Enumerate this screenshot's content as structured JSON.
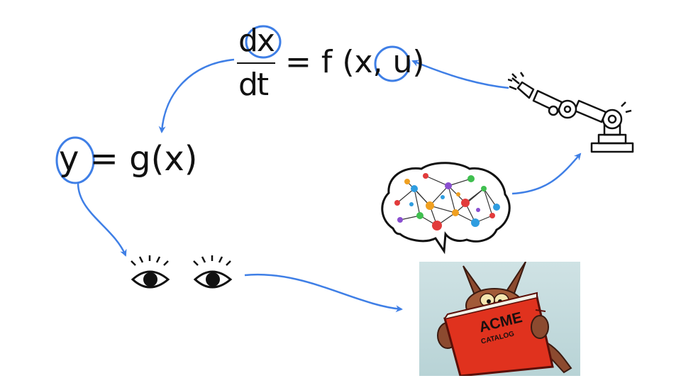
{
  "equation_dynamics": {
    "numerator": "dx",
    "denominator": "dt",
    "rhs": "= f (x, u)"
  },
  "equation_output": {
    "text": "y = g(x)"
  },
  "acme_book": {
    "title": "ACME",
    "subtitle": "CATALOG"
  },
  "colors": {
    "arrow": "#3f7fe6",
    "highlight_circle": "#3f7fe6",
    "book_red": "#e0321e"
  },
  "icons": [
    "robot-arm-icon",
    "brain-network-icon",
    "eye-icon",
    "eye-icon",
    "coyote-reading-catalog-image"
  ]
}
